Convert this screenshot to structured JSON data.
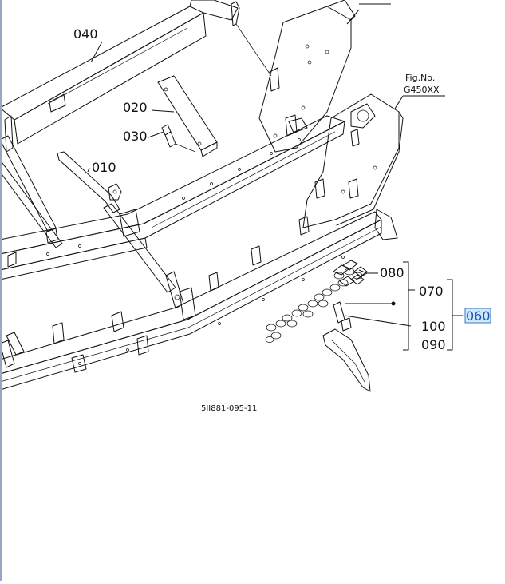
{
  "figure": {
    "fig_label": "Fig.No.",
    "fig_number": "G450XX",
    "drawing_code": "5II881-095-11"
  },
  "callouts": {
    "p010": "010",
    "p020": "020",
    "p030": "030",
    "p040": "040",
    "p060": "060",
    "p070": "070",
    "p080": "080",
    "p090": "090",
    "p100": "100"
  },
  "colors": {
    "line": "#111111",
    "highlight_fill": "#cfe8fb",
    "highlight_text": "#1c56b4",
    "frame_border": "#9aa7c4"
  }
}
